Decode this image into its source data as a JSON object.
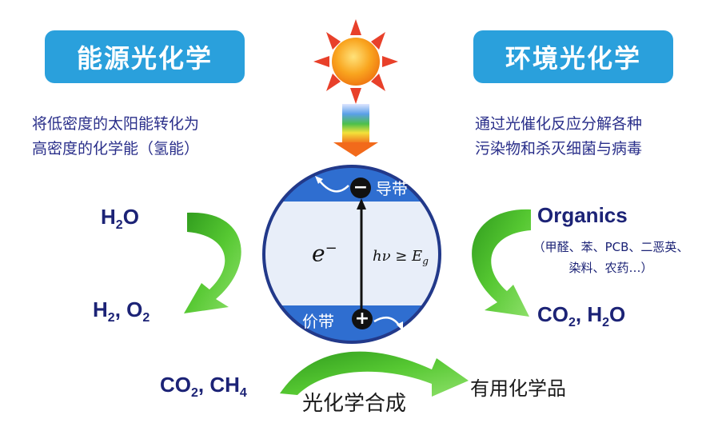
{
  "left_panel": {
    "title": "能源光化学",
    "description_line1": "将低密度的太阳能转化为",
    "description_line2": "高密度的化学能（氢能）",
    "reactant": "H",
    "reactant_sub": "2",
    "reactant_tail": "O",
    "product_part1": "H",
    "product_sub1": "2",
    "product_mid": ", O",
    "product_sub2": "2",
    "co2_part1": "CO",
    "co2_sub": "2",
    "co2_mid": ", CH",
    "ch4_sub": "4"
  },
  "right_panel": {
    "title": "环境光化学",
    "description_line1": "通过光催化反应分解各种",
    "description_line2": "污染物和杀灭细菌与病毒",
    "reactant": "Organics",
    "examples_line1": "（甲醛、苯、PCB、二恶英、",
    "examples_line2": "染料、农药…）",
    "product_part1": "CO",
    "product_sub1": "2",
    "product_mid": ",  H",
    "product_sub2": "2",
    "product_tail": "O"
  },
  "center": {
    "conduction_band_label": "导带",
    "valence_band_label": "价带",
    "electron_symbol": "−",
    "hole_symbol": "+",
    "electron_label": "e",
    "electron_sup": "−",
    "energy_condition": "hν ≥ E",
    "energy_sub": "g"
  },
  "bottom": {
    "synthesis_label": "光化学合成",
    "useful_products": "有用化学品"
  },
  "colors": {
    "pill_blue": "#2aa0dc",
    "band_blue": "#2f6ed0",
    "gap_light": "#e8eef9",
    "arrow_green": "#4cc02a",
    "text_navy": "#1c2376",
    "sun_orange": "#f7931e",
    "sun_ray_red": "#e8402a"
  },
  "icons": {
    "sun": "sun-icon",
    "light_beam": "light-beam-arrow-icon"
  }
}
